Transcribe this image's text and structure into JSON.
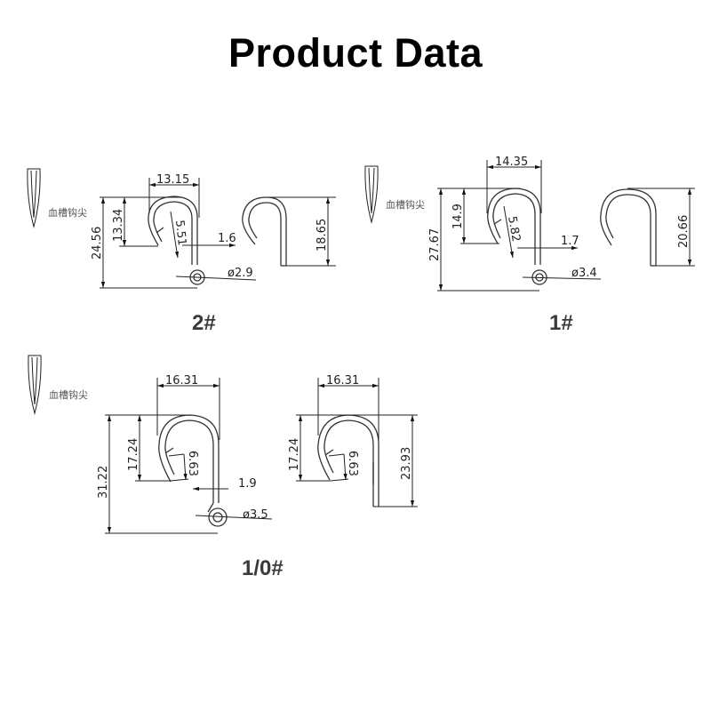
{
  "title": "Product Data",
  "tip_label": "血槽钩尖",
  "models": [
    {
      "size": "2#",
      "dims": {
        "gap_width": "13.15",
        "total_length": "24.56",
        "throat_depth": "13.34",
        "barb": "5.51",
        "wire": "1.6",
        "eye": "ø2.9",
        "side_length": "18.65"
      }
    },
    {
      "size": "1#",
      "dims": {
        "gap_width": "14.35",
        "total_length": "27.67",
        "throat_depth": "14.9",
        "barb": "5.82",
        "wire": "1.7",
        "eye": "ø3.4",
        "side_length": "20.66"
      }
    },
    {
      "size": "1/0#",
      "dims": {
        "gap_width": "16.31",
        "total_length": "31.22",
        "throat_depth": "17.24",
        "barb": "6.63",
        "wire": "1.9",
        "eye": "ø3.5",
        "side_gap_width": "16.31",
        "side_throat_depth": "17.24",
        "side_barb": "6.63",
        "side_length": "23.93"
      }
    }
  ]
}
